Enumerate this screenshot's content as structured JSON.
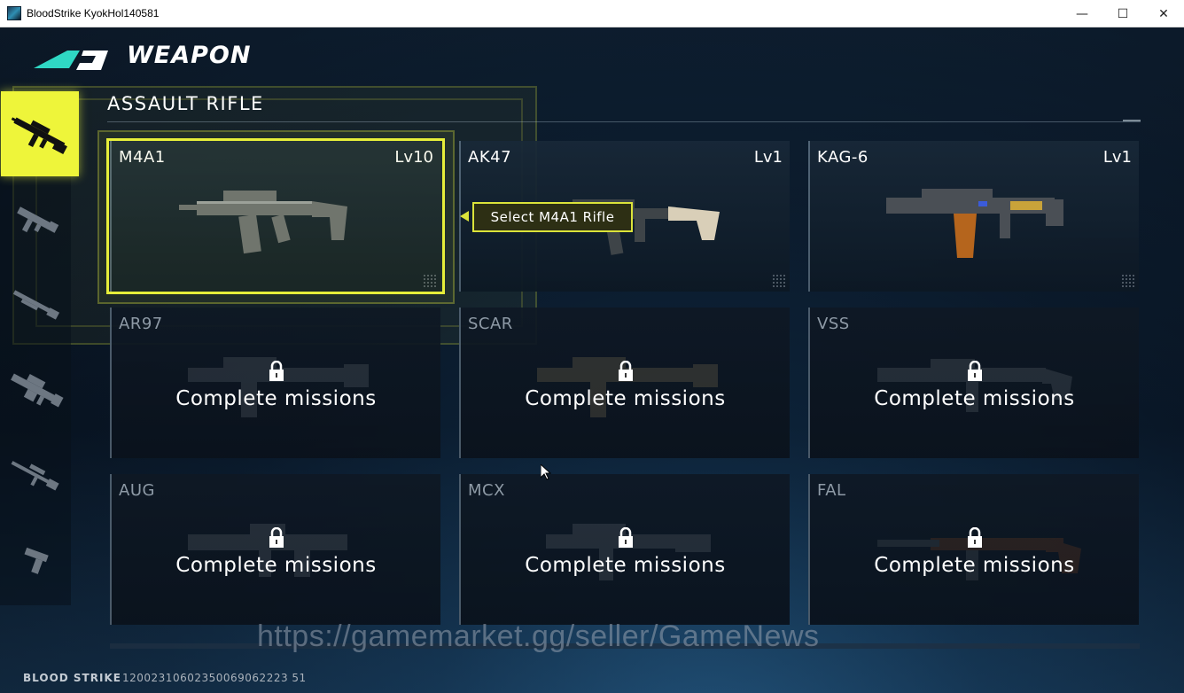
{
  "window": {
    "title": "BloodStrike KyokHol140581",
    "minimize": "—",
    "maximize": "☐",
    "close": "✕"
  },
  "header": {
    "title": "WEAPON"
  },
  "sidebar": {
    "items": [
      {
        "icon": "assault-rifle-icon",
        "active": true
      },
      {
        "icon": "smg-icon",
        "active": false
      },
      {
        "icon": "shotgun-icon",
        "active": false
      },
      {
        "icon": "lmg-icon",
        "active": false
      },
      {
        "icon": "sniper-rifle-icon",
        "active": false
      },
      {
        "icon": "pistol-icon",
        "active": false
      }
    ]
  },
  "section": {
    "title": "ASSAULT RIFLE"
  },
  "weapons": [
    {
      "name": "M4A1",
      "level": "Lv10",
      "locked": false,
      "selected": true
    },
    {
      "name": "AK47",
      "level": "Lv1",
      "locked": false,
      "selected": false
    },
    {
      "name": "KAG-6",
      "level": "Lv1",
      "locked": false,
      "selected": false
    },
    {
      "name": "AR97",
      "level": "",
      "locked": true,
      "lock_text": "Complete missions"
    },
    {
      "name": "SCAR",
      "level": "",
      "locked": true,
      "lock_text": "Complete missions"
    },
    {
      "name": "VSS",
      "level": "",
      "locked": true,
      "lock_text": "Complete missions"
    },
    {
      "name": "AUG",
      "level": "",
      "locked": true,
      "lock_text": "Complete missions"
    },
    {
      "name": "MCX",
      "level": "",
      "locked": true,
      "lock_text": "Complete missions"
    },
    {
      "name": "FAL",
      "level": "",
      "locked": true,
      "lock_text": "Complete missions"
    }
  ],
  "tooltip": {
    "text": "Select M4A1 Rifle"
  },
  "watermark": "https://gamemarket.gg/seller/GameNews",
  "footer": {
    "brand": "BLOOD STRIKE",
    "id": "12002310602350069062223 51"
  },
  "colors": {
    "accent": "#e6ee3a",
    "background": "#0a1420",
    "logo": "#2fd8c4"
  }
}
